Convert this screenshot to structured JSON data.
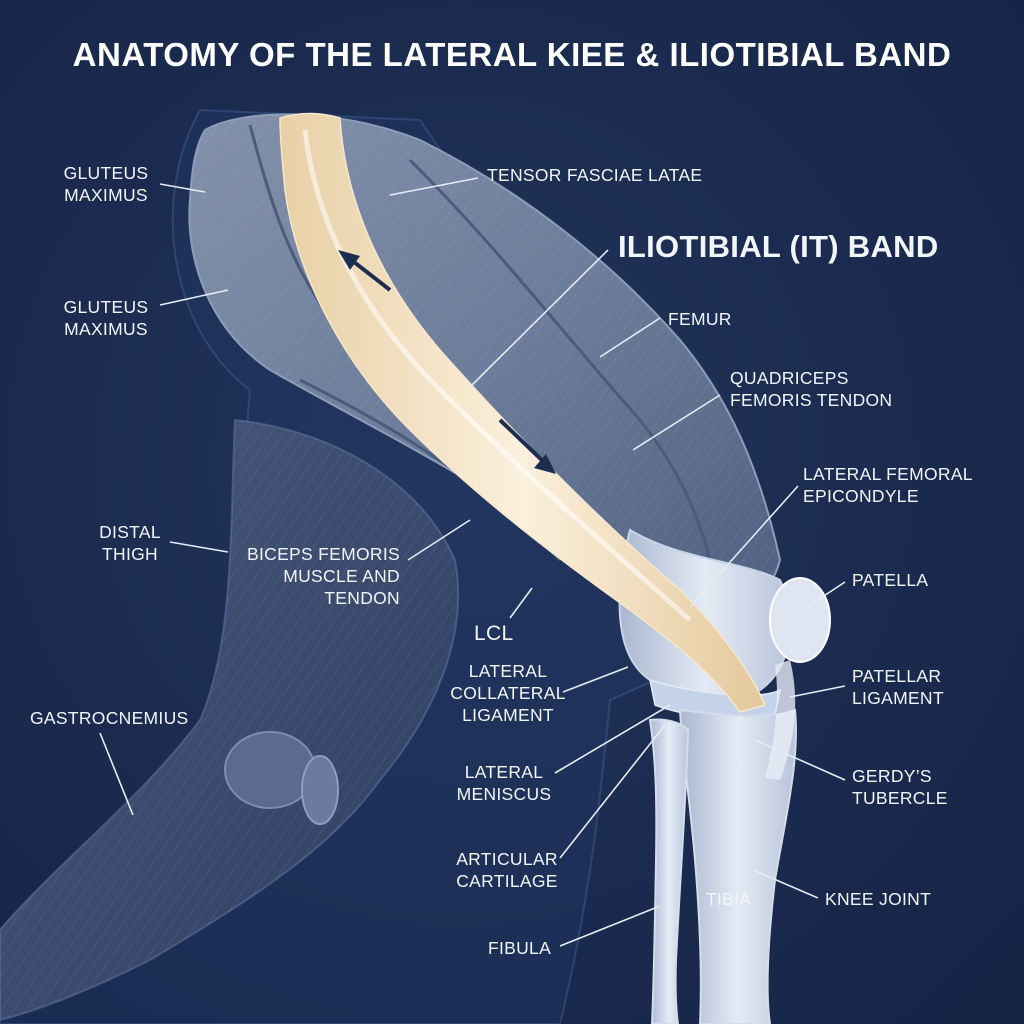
{
  "title": "ANATOMY OF THE LATERAL KIEE & ILIOTIBIAL BAND",
  "colors": {
    "background": "#1b2b4f",
    "muscle": "#6a7a98",
    "it_band": "#efd9b8",
    "bone": "#d4dcea",
    "text": "#ffffff"
  },
  "labels": {
    "gluteus_maximus_upper": [
      "GLUTEUS",
      "MAXIMUS"
    ],
    "gluteus_maximus_lower": [
      "GLUTEUS",
      "MAXIMUS"
    ],
    "tensor_fasciae_latae": "TENSOR FASCIAE LATAE",
    "iliotibial_band": "ILIOTIBIAL (IT) BAND",
    "femur": "FEMUR",
    "quadriceps_tendon": [
      "QUADRICEPS",
      "FEMORIS TENDON"
    ],
    "lateral_femoral_epicondyle": [
      "LATERAL FEMORAL",
      "EPICONDYLE"
    ],
    "distal_thigh": [
      "DISTAL",
      "THIGH"
    ],
    "biceps_femoris": [
      "BICEPS FEMORIS",
      "MUSCLE AND",
      "TENDON"
    ],
    "patella": "PATELLA",
    "lcl": "LCL",
    "lateral_collateral_ligament": [
      "LATERAL",
      "COLLATERAL",
      "LIGAMENT"
    ],
    "patellar_ligament": [
      "PATELLAR",
      "LIGAMENT"
    ],
    "gastrocnemius": "GASTROCNEMIUS",
    "lateral_meniscus": [
      "LATERAL",
      "MENISCUS"
    ],
    "gerdys_tubercle": [
      "GERDY’S",
      "TUBERCLE"
    ],
    "articular_cartilage": [
      "ARTICULAR",
      "CARTILAGE"
    ],
    "tibia": "TIBIA",
    "knee_joint": "KNEE JOINT",
    "fibula": "FIBULA"
  }
}
